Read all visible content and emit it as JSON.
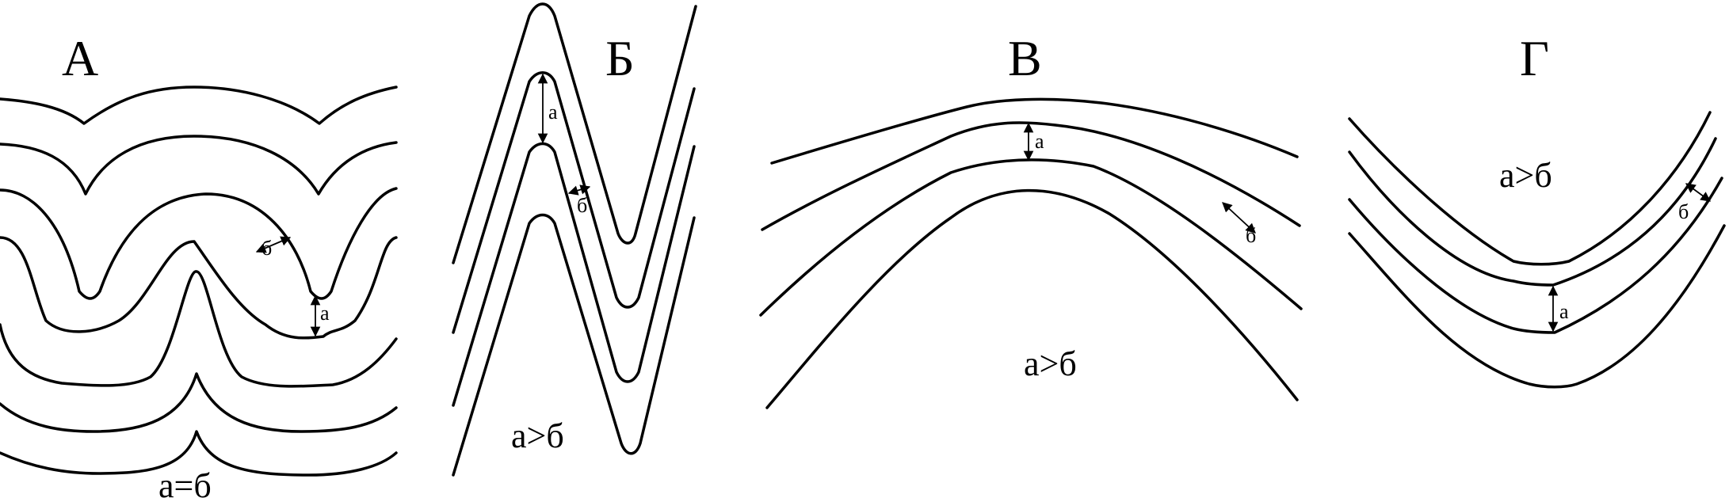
{
  "panels": [
    {
      "label": "А",
      "caption": "а=б",
      "mark_a": "а",
      "mark_b": "б"
    },
    {
      "label": "Б",
      "caption": "а>б",
      "mark_a": "а",
      "mark_b": "б"
    },
    {
      "label": "В",
      "caption": "а>б",
      "mark_a": "а",
      "mark_b": "б"
    },
    {
      "label": "Г",
      "caption": "а>б",
      "mark_a": "а",
      "mark_b": "б"
    }
  ]
}
